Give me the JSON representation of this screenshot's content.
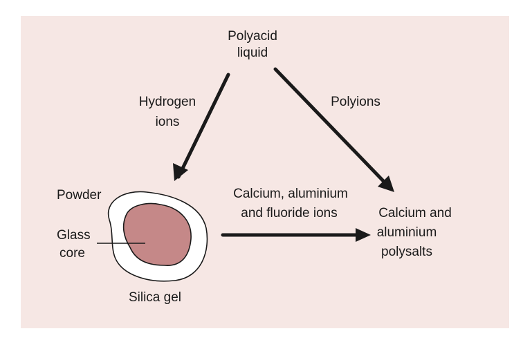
{
  "diagram": {
    "title_line1": "Polyacid",
    "title_line2": "liquid",
    "hydrogen_line1": "Hydrogen",
    "hydrogen_line2": "ions",
    "polyions": "Polyions",
    "powder": "Powder",
    "glass_line1": "Glass",
    "glass_line2": "core",
    "silica_gel": "Silica gel",
    "calcium_ions_line1": "Calcium, aluminium",
    "calcium_ions_line2": "and fluoride ions",
    "polysalts_line1": "Calcium and",
    "polysalts_line2": "aluminium",
    "polysalts_line3": "polysalts"
  },
  "colors": {
    "background": "#f6e7e4",
    "glass_core": "#c58888",
    "ink": "#1a1a1a",
    "white_ring": "#ffffff"
  }
}
